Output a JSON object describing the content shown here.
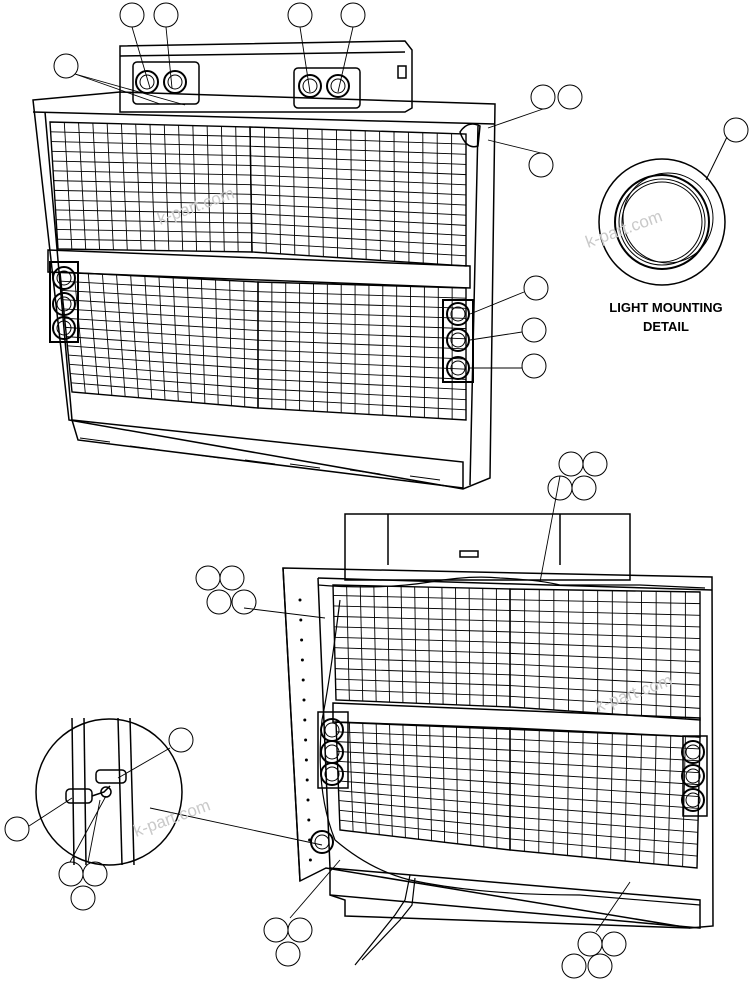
{
  "detail": {
    "line1": "LIGHT MOUNTING",
    "line2": "DETAIL"
  },
  "watermark": "k-part.com",
  "colors": {
    "ink": "#000000",
    "paper": "#ffffff",
    "watermark": "#c9c9c9"
  }
}
